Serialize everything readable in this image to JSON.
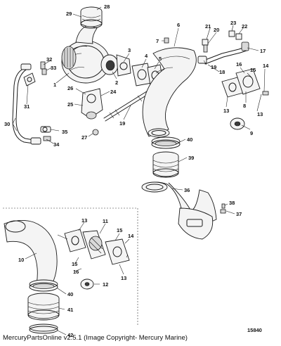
{
  "footer": {
    "credit": "MercuryPartsOnline v2.5.1 (Image Copyright- Mercury Marine)"
  },
  "figure_number": "15840",
  "callouts": [
    {
      "id": "c1",
      "label": "1"
    },
    {
      "id": "c2",
      "label": "2"
    },
    {
      "id": "c3",
      "label": "3"
    },
    {
      "id": "c4",
      "label": "4"
    },
    {
      "id": "c5",
      "label": "5"
    },
    {
      "id": "c6",
      "label": "6"
    },
    {
      "id": "c7",
      "label": "7"
    },
    {
      "id": "c8",
      "label": "8"
    },
    {
      "id": "c9",
      "label": "9"
    },
    {
      "id": "c10",
      "label": "10"
    },
    {
      "id": "c11",
      "label": "11"
    },
    {
      "id": "c12",
      "label": "12"
    },
    {
      "id": "c13a",
      "label": "13"
    },
    {
      "id": "c13b",
      "label": "13"
    },
    {
      "id": "c13c",
      "label": "13"
    },
    {
      "id": "c13d",
      "label": "13"
    },
    {
      "id": "c14a",
      "label": "14"
    },
    {
      "id": "c14b",
      "label": "14"
    },
    {
      "id": "c15a",
      "label": "15"
    },
    {
      "id": "c15b",
      "label": "15"
    },
    {
      "id": "c15c",
      "label": "15"
    },
    {
      "id": "c16a",
      "label": "16"
    },
    {
      "id": "c16b",
      "label": "16"
    },
    {
      "id": "c17",
      "label": "17"
    },
    {
      "id": "c18",
      "label": "18"
    },
    {
      "id": "c19a",
      "label": "19"
    },
    {
      "id": "c19b",
      "label": "19"
    },
    {
      "id": "c20",
      "label": "20"
    },
    {
      "id": "c21",
      "label": "21"
    },
    {
      "id": "c22",
      "label": "22"
    },
    {
      "id": "c23",
      "label": "23"
    },
    {
      "id": "c24",
      "label": "24"
    },
    {
      "id": "c25",
      "label": "25"
    },
    {
      "id": "c26",
      "label": "26"
    },
    {
      "id": "c27",
      "label": "27"
    },
    {
      "id": "c28",
      "label": "28"
    },
    {
      "id": "c29",
      "label": "29"
    },
    {
      "id": "c30",
      "label": "30"
    },
    {
      "id": "c31",
      "label": "31"
    },
    {
      "id": "c32",
      "label": "32"
    },
    {
      "id": "c33",
      "label": "33"
    },
    {
      "id": "c34",
      "label": "34"
    },
    {
      "id": "c35",
      "label": "35"
    },
    {
      "id": "c36",
      "label": "36"
    },
    {
      "id": "c37",
      "label": "37"
    },
    {
      "id": "c38",
      "label": "38"
    },
    {
      "id": "c39",
      "label": "39"
    },
    {
      "id": "c40a",
      "label": "40"
    },
    {
      "id": "c40b",
      "label": "40"
    },
    {
      "id": "c41",
      "label": "41"
    },
    {
      "id": "c42",
      "label": "42"
    }
  ]
}
